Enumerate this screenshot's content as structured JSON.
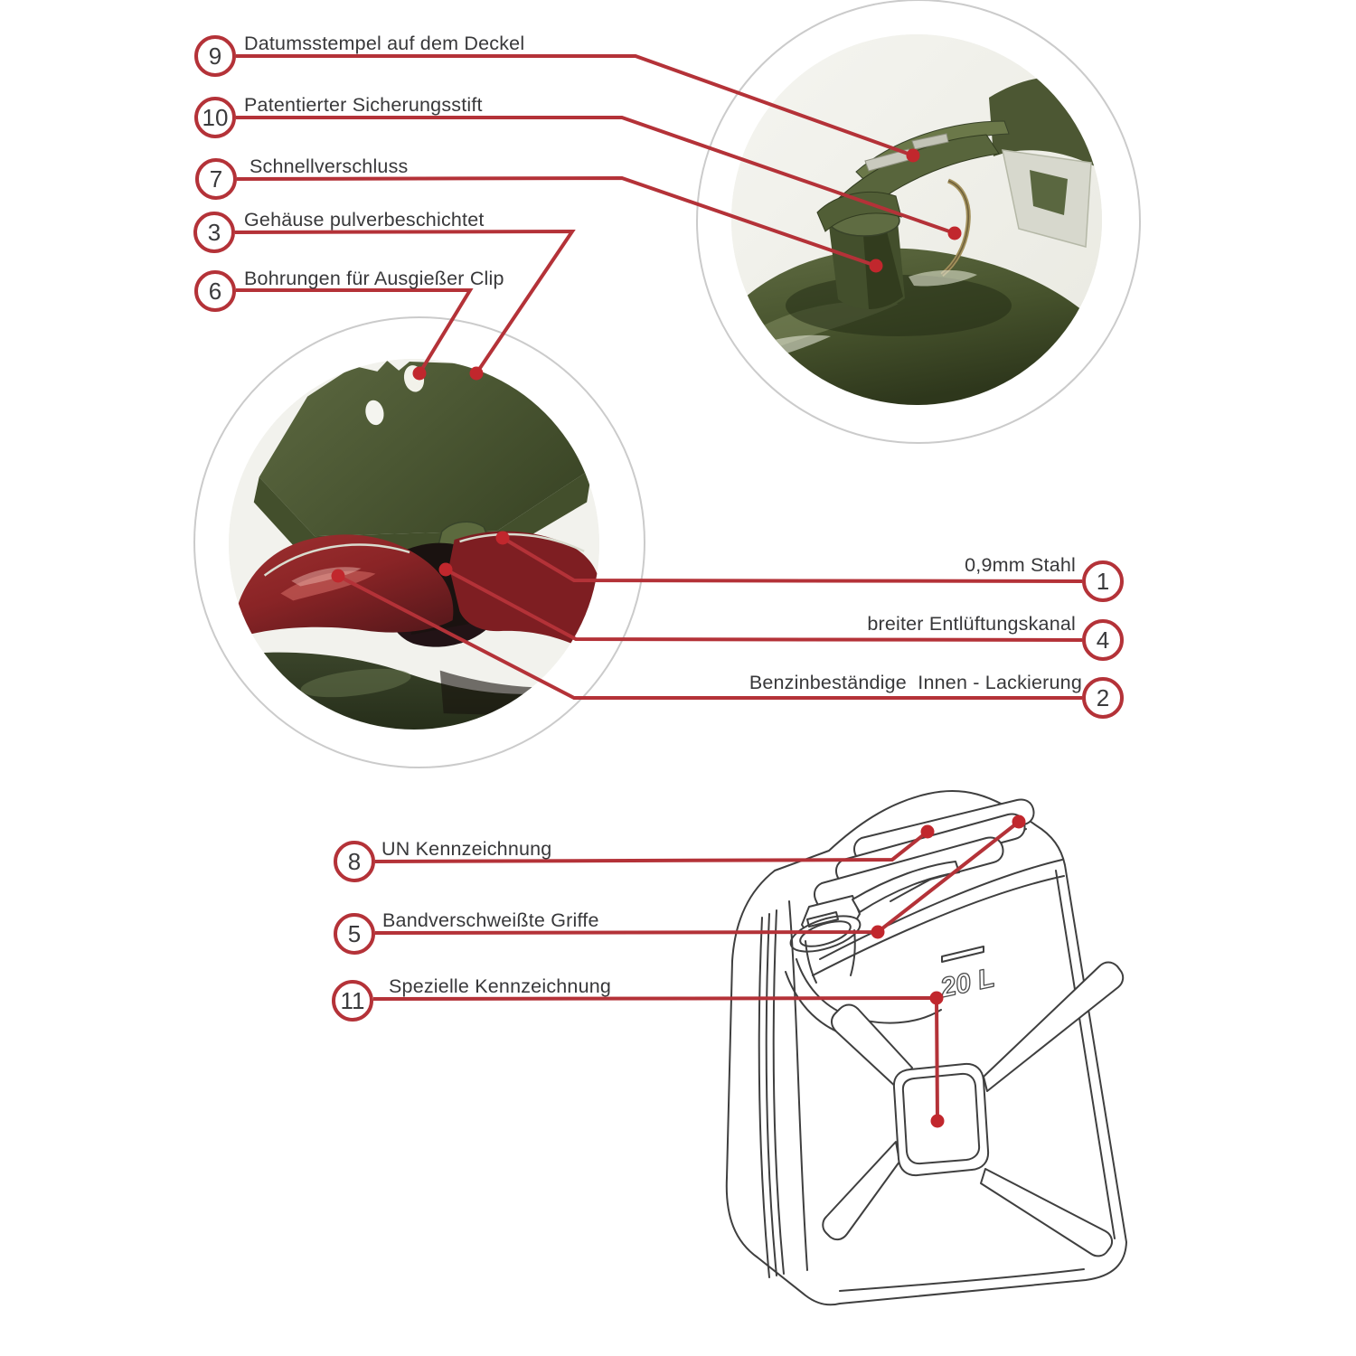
{
  "title": "Jerrycan Produktmerkmale Diagramm",
  "colors": {
    "accent_line": "#b43238",
    "leader_dot": "#c1272d",
    "drawing_ink": "#3f3f3f",
    "label_text": "#38383a",
    "ring_gray": "#cbcbcb",
    "olive": "#4c5733",
    "olive_light": "#6b7849",
    "red_lacquer": "#8a2426",
    "red_lacquer_dark": "#47161a",
    "photo_background": "#f2f2ed"
  },
  "callouts": [
    {
      "num": "9",
      "label": "Datumsstempel auf dem Deckel"
    },
    {
      "num": "10",
      "label": "Patentierter Sicherungsstift"
    },
    {
      "num": "7",
      "label": "Schnellverschluss"
    },
    {
      "num": "3",
      "label": "Gehäuse pulverbeschichtet"
    },
    {
      "num": "6",
      "label": "Bohrungen für Ausgießer Clip"
    },
    {
      "num": "1",
      "label": "0,9mm Stahl"
    },
    {
      "num": "4",
      "label": "breiter Entlüftungskanal"
    },
    {
      "num": "2",
      "label": "Benzinbeständige  Innen - Lackierung"
    },
    {
      "num": "8",
      "label": "UN Kennzeichnung"
    },
    {
      "num": "5",
      "label": "Bandverschweißte Griffe"
    },
    {
      "num": "11",
      "label": "Spezielle Kennzeichnung"
    }
  ],
  "drawing": {
    "capacity_label": "20 L"
  }
}
